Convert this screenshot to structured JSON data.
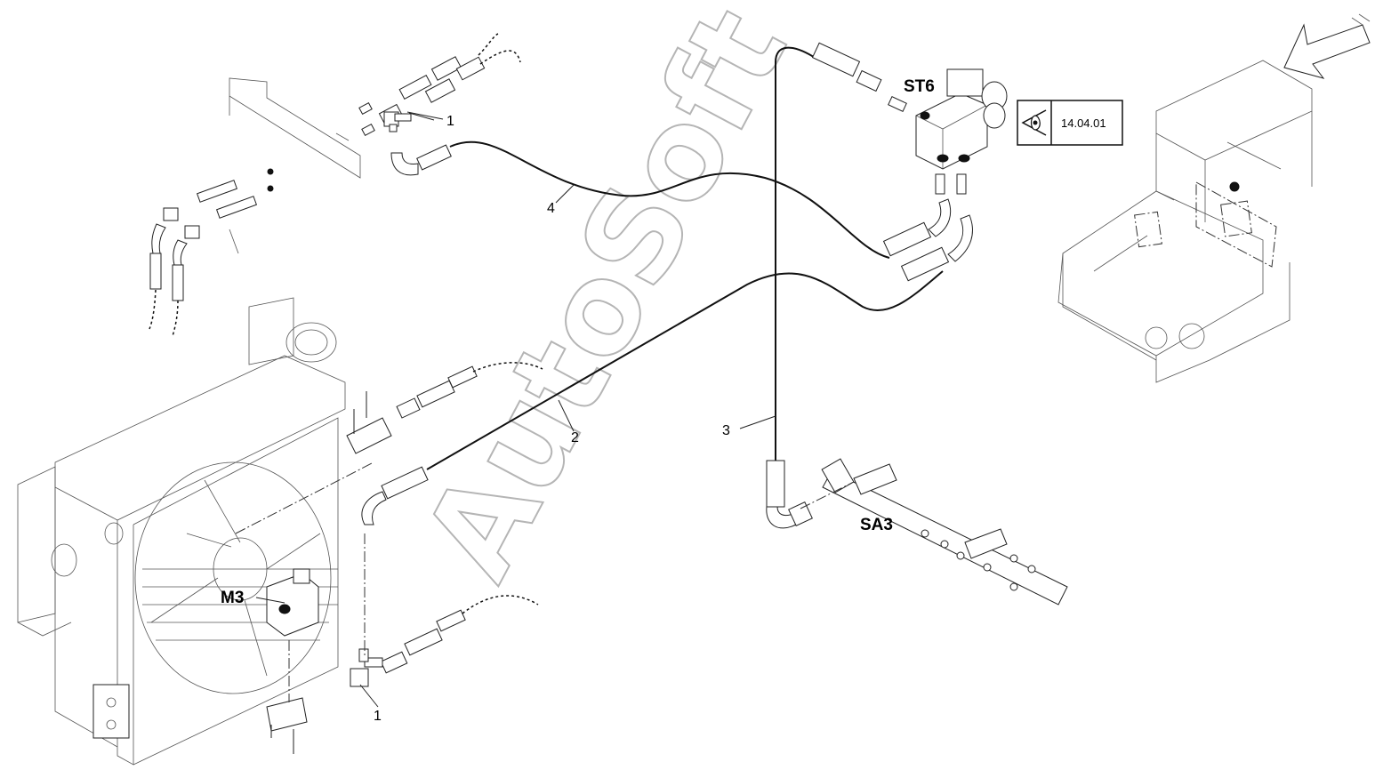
{
  "labels": {
    "callout_1_top": "1",
    "callout_1_bottom": "1",
    "callout_2": "2",
    "callout_3": "3",
    "callout_4": "4",
    "st6": "ST6",
    "m3": "M3",
    "sa3": "SA3",
    "view_ref": "14.04.01"
  },
  "watermark": "AutoSoft",
  "icons": {
    "view_ref": "eye-icon",
    "direction": "direction-arrow-icon"
  }
}
